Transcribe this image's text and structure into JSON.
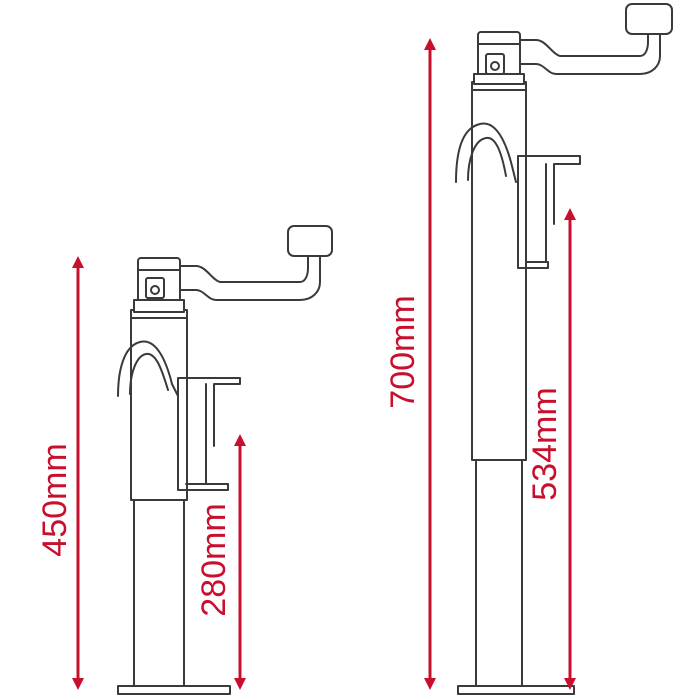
{
  "colors": {
    "dimension": "#c8102e",
    "outline": "#3a3a3a",
    "background": "#ffffff"
  },
  "dimensions": {
    "small_total": "450mm",
    "small_lift": "280mm",
    "large_total": "700mm",
    "large_lift": "534mm"
  }
}
